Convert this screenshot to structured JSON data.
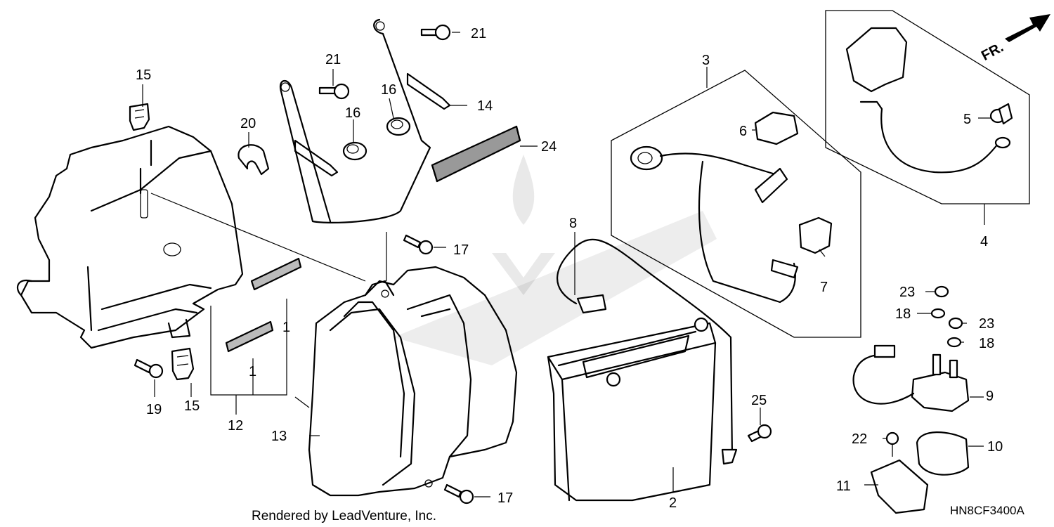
{
  "callouts": {
    "c1a": "1",
    "c1b": "1",
    "c2": "2",
    "c3": "3",
    "c4": "4",
    "c5": "5",
    "c6": "6",
    "c7": "7",
    "c8": "8",
    "c9": "9",
    "c10": "10",
    "c11": "11",
    "c12": "12",
    "c13": "13",
    "c14": "14",
    "c15a": "15",
    "c15b": "15",
    "c16a": "16",
    "c16b": "16",
    "c17a": "17",
    "c17b": "17",
    "c18a": "18",
    "c18b": "18",
    "c19": "19",
    "c20": "20",
    "c21a": "21",
    "c21b": "21",
    "c22": "22",
    "c23a": "23",
    "c23b": "23",
    "c24": "24",
    "c25": "25"
  },
  "direction_label": "FR.",
  "footer": {
    "credit": "Rendered by LeadVenture, Inc.",
    "diagram_code": "HN8CF3400A"
  },
  "colors": {
    "line": "#000000",
    "background": "#ffffff",
    "watermark": "#e9e9e9"
  }
}
